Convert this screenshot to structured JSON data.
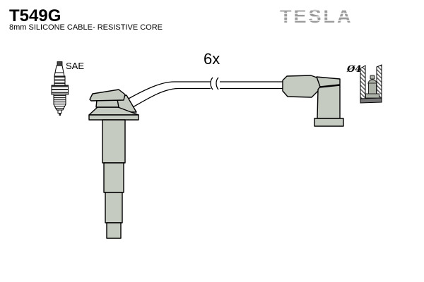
{
  "header": {
    "product_code": "T549G",
    "product_description": "8mm SILICONE CABLE- RESISTIVE CORE",
    "brand": "TESLA"
  },
  "diagram": {
    "quantity_label": "6x",
    "spark_plug_label": "SAE",
    "terminal_diameter_label": "Ø4",
    "illustrations": [
      "spark-plug-icon",
      "spark-plug-boot-with-cable-icon",
      "coil-end-boot-icon",
      "terminal-cross-section-icon",
      "cable-break-symbol-icon"
    ]
  },
  "colors": {
    "boot_fill": "#c6cbc2",
    "outline": "#000000",
    "brand_gray": "#9b9b9b",
    "terminal_fill": "#aeb3aa"
  }
}
